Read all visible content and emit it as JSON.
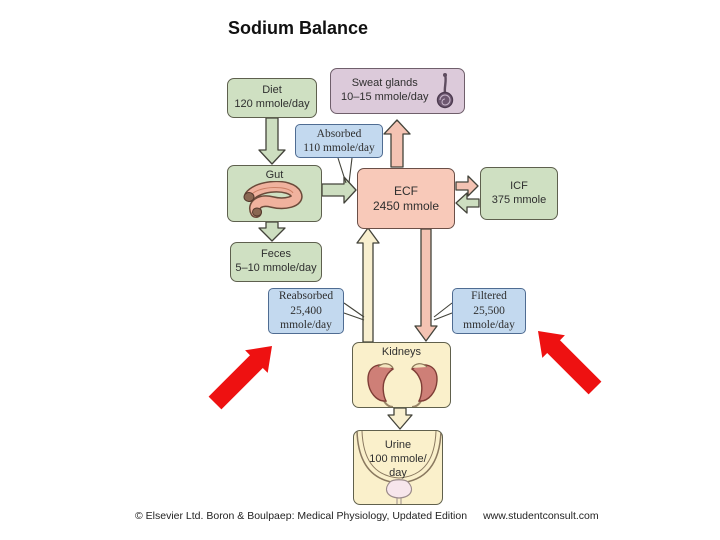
{
  "title": "Sodium Balance",
  "boxes": {
    "diet": {
      "line1": "Diet",
      "line2": "120 mmole/day"
    },
    "sweat": {
      "line1": "Sweat glands",
      "line2": "10–15 mmole/day"
    },
    "absorbed": {
      "line1": "Absorbed",
      "line2": "110 mmole/day"
    },
    "gut": {
      "line1": "Gut"
    },
    "ecf": {
      "line1": "ECF",
      "line2": "2450 mmole"
    },
    "icf": {
      "line1": "ICF",
      "line2": "375 mmole"
    },
    "feces": {
      "line1": "Feces",
      "line2": "5–10 mmole/day"
    },
    "reabsorbed": {
      "line1": "Reabsorbed",
      "line2": "25,400",
      "line3": "mmole/day"
    },
    "filtered": {
      "line1": "Filtered",
      "line2": "25,500",
      "line3": "mmole/day"
    },
    "kidneys": {
      "line1": "Kidneys"
    },
    "urine": {
      "line1": "Urine",
      "line2": "100 mmole/",
      "line3": "day"
    }
  },
  "attribution": {
    "credit": "© Elsevier Ltd. Boron & Boulpaep: Medical Physiology, Updated Edition",
    "url": "www.studentconsult.com"
  },
  "colors": {
    "box_green": "#cfe0c2",
    "box_pink": "#f8c9b9",
    "box_purple": "#dccada",
    "box_blue": "#c3d9ef",
    "box_cream": "#faf0cb",
    "arrow_green": "#cddec0",
    "arrow_pink": "#f4c3b3",
    "arrow_cream": "#f8efcf",
    "accent_red": "#ee1111"
  }
}
